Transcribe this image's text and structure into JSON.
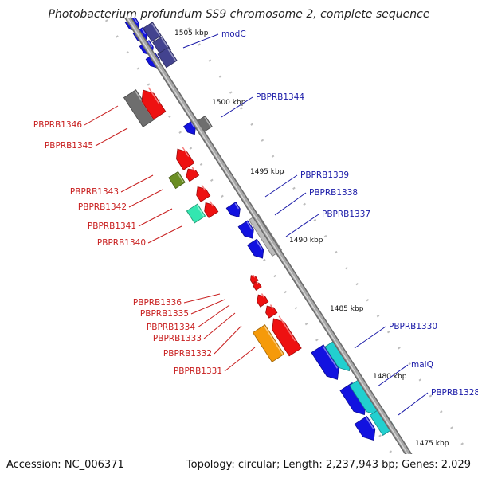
{
  "title": "Photobacterium profundum SS9 chromosome 2, complete sequence",
  "footer": {
    "accession": "Accession: NC_006371",
    "summary": "Topology: circular; Length: 2,237,943 bp; Genes: 2,029"
  },
  "scale": {
    "ticks": [
      "1505 kbp",
      "1500 kbp",
      "1495 kbp",
      "1490 kbp",
      "1485 kbp",
      "1480 kbp",
      "1475 kbp"
    ]
  },
  "colors": {
    "backbone": "#8c8c8c",
    "forward_label": "#1a1aa8",
    "reverse_label": "#c81e1e",
    "leader": "#1f8a1f",
    "genes": {
      "red": "#ee1111",
      "blue": "#1212e0",
      "navy": "#43438f",
      "gray": "#6e6e6e",
      "lightgray": "#bbbbbb",
      "olive": "#6b8e23",
      "teal": "#22cfcf",
      "seagreen": "#33e6b0",
      "orange": "#f59a0a"
    }
  },
  "genes_forward": [
    {
      "name": "modC"
    },
    {
      "name": "PBPRB1344"
    },
    {
      "name": "PBPRB1339"
    },
    {
      "name": "PBPRB1338"
    },
    {
      "name": "PBPRB1337"
    },
    {
      "name": "PBPRB1330"
    },
    {
      "name": "malQ"
    },
    {
      "name": "PBPRB1328"
    }
  ],
  "genes_reverse": [
    {
      "name": "PBPRB1346"
    },
    {
      "name": "PBPRB1345"
    },
    {
      "name": "PBPRB1343"
    },
    {
      "name": "PBPRB1342"
    },
    {
      "name": "PBPRB1341"
    },
    {
      "name": "PBPRB1340"
    },
    {
      "name": "PBPRB1336"
    },
    {
      "name": "PBPRB1335"
    },
    {
      "name": "PBPRB1334"
    },
    {
      "name": "PBPRB1333"
    },
    {
      "name": "PBPRB1332"
    },
    {
      "name": "PBPRB1331"
    }
  ]
}
